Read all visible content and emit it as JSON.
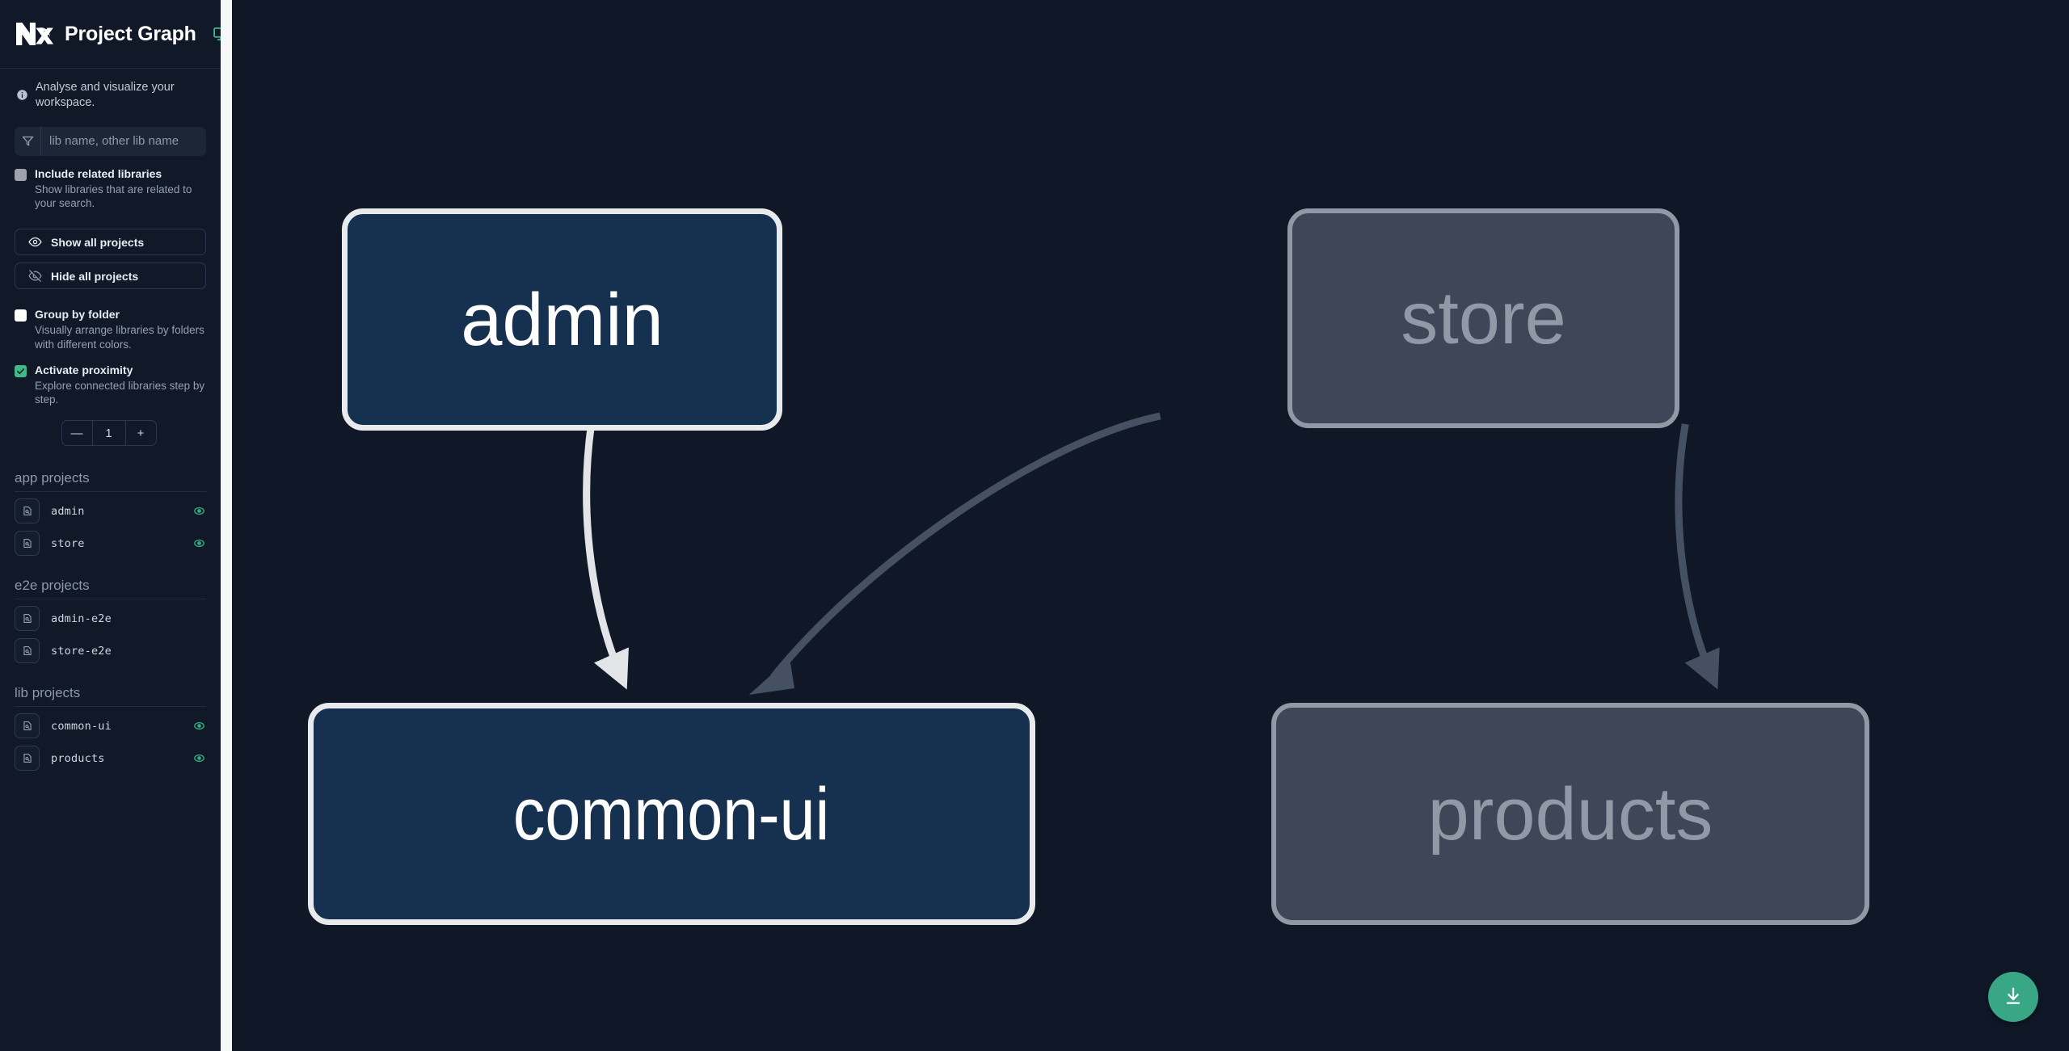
{
  "app": {
    "logo": "nx-logo",
    "title": "Project Graph",
    "monitor_icon": "monitor-icon",
    "subtitle": "Analyse and visualize your workspace.",
    "info_icon": "info-icon"
  },
  "search": {
    "icon": "filter-icon",
    "placeholder": "lib name, other lib name",
    "value": ""
  },
  "options": [
    {
      "id": "include-related-libraries",
      "title": "Include related libraries",
      "desc": "Show libraries that are related to your search.",
      "state": "indeterminate"
    },
    {
      "id": "group-by-folder",
      "title": "Group by folder",
      "desc": "Visually arrange libraries by folders with different colors.",
      "state": "unchecked"
    },
    {
      "id": "activate-proximity",
      "title": "Activate proximity",
      "desc": "Explore connected libraries step by step.",
      "state": "checked"
    }
  ],
  "buttons": {
    "show_all": {
      "label": "Show all projects",
      "icon": "eye-icon"
    },
    "hide_all": {
      "label": "Hide all projects",
      "icon": "eye-off-icon"
    }
  },
  "stepper": {
    "decrement": "—",
    "value": "1",
    "increment": "+"
  },
  "groups": [
    {
      "title": "app projects",
      "projects": [
        {
          "name": "admin",
          "visible": true
        },
        {
          "name": "store",
          "visible": true
        }
      ]
    },
    {
      "title": "e2e projects",
      "projects": [
        {
          "name": "admin-e2e",
          "visible": false
        },
        {
          "name": "store-e2e",
          "visible": false
        }
      ]
    },
    {
      "title": "lib projects",
      "projects": [
        {
          "name": "common-ui",
          "visible": true
        },
        {
          "name": "products",
          "visible": true
        }
      ]
    }
  ],
  "graph": {
    "nodes": [
      {
        "id": "admin",
        "label": "admin",
        "state": "focused"
      },
      {
        "id": "store",
        "label": "store",
        "state": "dim"
      },
      {
        "id": "common-ui",
        "label": "common-ui",
        "state": "focused"
      },
      {
        "id": "products",
        "label": "products",
        "state": "dim"
      }
    ],
    "edges": [
      {
        "from": "admin",
        "to": "common-ui",
        "state": "focused"
      },
      {
        "from": "store",
        "to": "common-ui",
        "state": "dim"
      },
      {
        "from": "store",
        "to": "products",
        "state": "dim"
      }
    ]
  },
  "fab": {
    "icon": "download-icon",
    "label": "Download graph"
  },
  "colors": {
    "sidebar_bg": "#111827",
    "canvas_bg": "#101828",
    "accent_green": "#3fb98a",
    "fab_green": "#39a684",
    "node_focus_fill": "#16304f",
    "node_focus_border": "#e9eaec",
    "node_dim_fill": "#3e4657",
    "node_dim_border": "#9199a6",
    "edge_focus": "#e2e4e8",
    "edge_dim": "#455163"
  }
}
